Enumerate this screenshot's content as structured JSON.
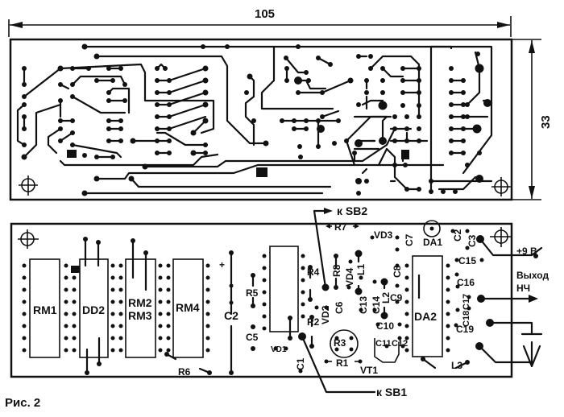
{
  "figure": {
    "caption": "Рис. 2",
    "dimensions": {
      "width_label": "105",
      "height_label": "33"
    }
  },
  "top_board": {
    "description": "PCB trace layout (copper side)"
  },
  "bottom_board": {
    "description": "Component placement layout",
    "components": {
      "ic": [
        "RM1",
        "DD2",
        "RM2",
        "RM3",
        "RM4",
        "DA2"
      ],
      "capacitors": [
        "C1",
        "C2",
        "C5",
        "C6",
        "C7",
        "C8",
        "C9",
        "C10",
        "C11",
        "C12",
        "C13",
        "C14",
        "C15",
        "C16",
        "C17",
        "C18",
        "C19",
        "C2",
        "C3"
      ],
      "resistors": [
        "R1",
        "R2",
        "R3",
        "R4",
        "R5",
        "R6",
        "R7",
        "R8"
      ],
      "diodes": [
        "VD1",
        "VD2",
        "VD3",
        "VD4"
      ],
      "inductors": [
        "L1",
        "L2",
        "L3"
      ],
      "transistors": [
        "VT1"
      ],
      "regulators": [
        "DA1"
      ]
    },
    "labels": {
      "rm1": "RM1",
      "dd2": "DD2",
      "rm2": "RM2",
      "rm3": "RM3",
      "rm4": "RM4",
      "c2": "C2",
      "r5": "R5",
      "c5": "C5",
      "r6": "R6",
      "r4": "R4",
      "r2": "R2",
      "vd1": "VD1",
      "c1": "C1",
      "r3": "R3",
      "r1": "R1",
      "vt1": "VT1",
      "r7": "R7",
      "r8": "R8",
      "vd4": "VD4",
      "l1": "L1",
      "vd3": "VD3",
      "c7": "C7",
      "da1": "DA1",
      "c2b": "C2",
      "c3": "C3",
      "vd2": "VD2",
      "c6": "C6",
      "c13": "C13",
      "c14": "C14",
      "l2": "L2",
      "c8": "C8",
      "c9": "C9",
      "c10": "C10",
      "c11": "C11",
      "c12": "C12",
      "da2": "DA2",
      "c15": "C15",
      "c16": "C16",
      "c17": "C17",
      "c18": "C18",
      "c19": "C19",
      "l3": "L3",
      "plus": "+"
    },
    "connections": {
      "sb2": "к SB2",
      "sb1": "к SB1",
      "power": "+9 В",
      "output_line1": "Выход",
      "output_line2": "НЧ"
    }
  }
}
